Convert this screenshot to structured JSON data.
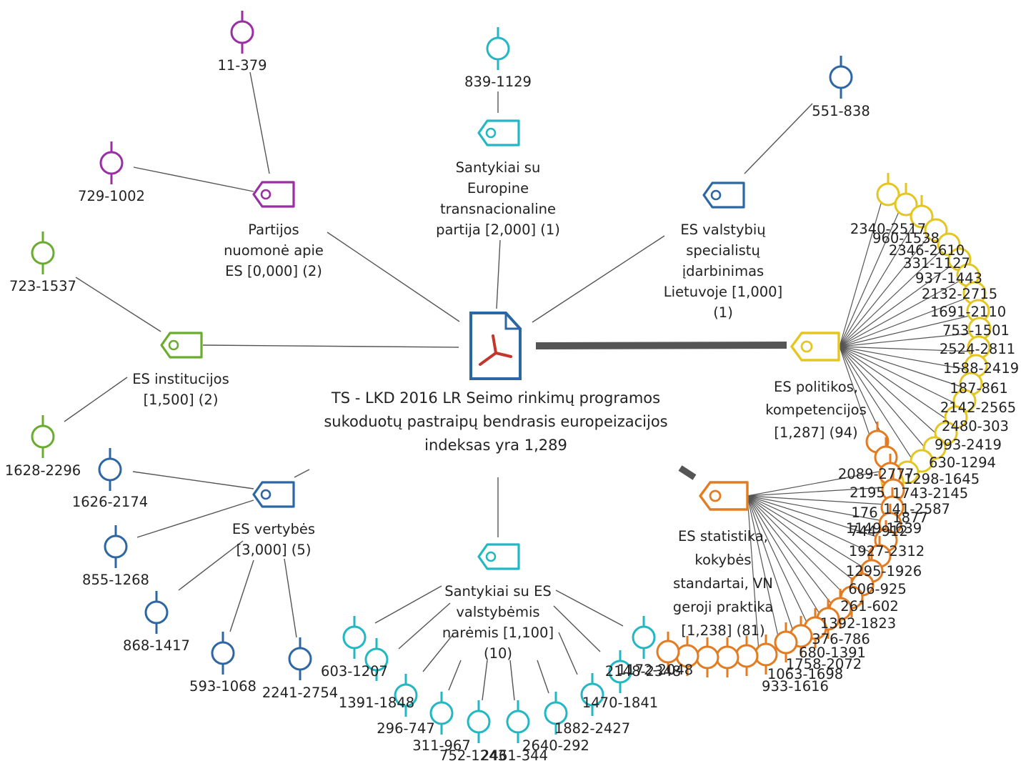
{
  "center": {
    "lines": [
      "TS - LKD 2016 LR Seimo rinkimų programos",
      "sukoduotų pastraipų bendrasis europeizacijos",
      "indeksas yra 1,289"
    ],
    "icon": "pdf-document-icon"
  },
  "colors": {
    "purple": "#9a2ea3",
    "teal": "#22b7c4",
    "blue": "#2d67a3",
    "green": "#6aac2f",
    "yellow": "#e5c620",
    "orange": "#e37b20",
    "pdf_red": "#c2362b",
    "line": "#555555",
    "text": "#222222"
  },
  "categories": [
    {
      "id": "partijos",
      "lines": [
        "Partijos",
        "nuomonė apie",
        "ES [0,000] (2)"
      ],
      "color": "purple",
      "icon": "tag-icon",
      "codes": [
        "11-379",
        "729-1002"
      ]
    },
    {
      "id": "europine",
      "lines": [
        "Santykiai su",
        "Europine",
        "transnacionaline",
        "partija [2,000] (1)"
      ],
      "color": "teal",
      "icon": "tag-icon",
      "codes": [
        "839-1129"
      ]
    },
    {
      "id": "valstybiu",
      "lines": [
        "ES valstybių",
        "specialistų",
        "įdarbinimas",
        "Lietuvoje [1,000]",
        "(1)"
      ],
      "color": "blue",
      "icon": "tag-icon",
      "codes": [
        "551-838"
      ]
    },
    {
      "id": "institucijos",
      "lines": [
        "ES institucijos",
        "[1,500] (2)"
      ],
      "color": "green",
      "icon": "tag-icon",
      "codes": [
        "723-1537",
        "1628-2296"
      ]
    },
    {
      "id": "vertybes",
      "lines": [
        "ES vertybės",
        "[3,000] (5)"
      ],
      "color": "blue",
      "icon": "tag-icon",
      "codes": [
        "1626-2174",
        "855-1268",
        "868-1417",
        "593-1068",
        "2241-2754"
      ]
    },
    {
      "id": "santykiai_es",
      "lines": [
        "Santykiai su ES",
        "valstybėmis",
        "narėmis [1,100]",
        "(10)"
      ],
      "color": "teal",
      "icon": "tag-icon",
      "codes": [
        "603-1207",
        "1391-1848",
        "296-747",
        "311-967",
        "752-1243",
        "2461-344",
        "2640-292",
        "1882-2427",
        "1470-1841",
        "2148-2348"
      ]
    },
    {
      "id": "politikos",
      "lines": [
        "ES politikos,",
        "kompetencijos",
        "[1,287] (94)"
      ],
      "color": "yellow",
      "icon": "tag-icon",
      "codes": [
        "2340-2517",
        "960-1538",
        "2346-2610",
        "331-1127",
        "937-1443",
        "2132-2715",
        "1691-2110",
        "753-1501",
        "2524-2811",
        "1588-2419",
        "187-861",
        "2142-2565",
        "2480-303",
        "993-2419",
        "630-1294",
        "1298-1645",
        "1743-2145",
        "141-2587",
        "1877"
      ]
    },
    {
      "id": "statistika",
      "lines": [
        "ES statistika,",
        "kokybės",
        "standartai, VN",
        "geroji praktika",
        "[1,238] (81)"
      ],
      "color": "orange",
      "icon": "tag-icon",
      "codes": [
        "2089-2777",
        "2195",
        "176",
        "1149-1639",
        "744-912",
        "1927-2312",
        "1295-1926",
        "606-925",
        "261-602",
        "1392-1823",
        "376-786",
        "680-1391",
        "1758-2072",
        "1063-1698",
        "933-1616",
        "1172-2048"
      ]
    }
  ]
}
